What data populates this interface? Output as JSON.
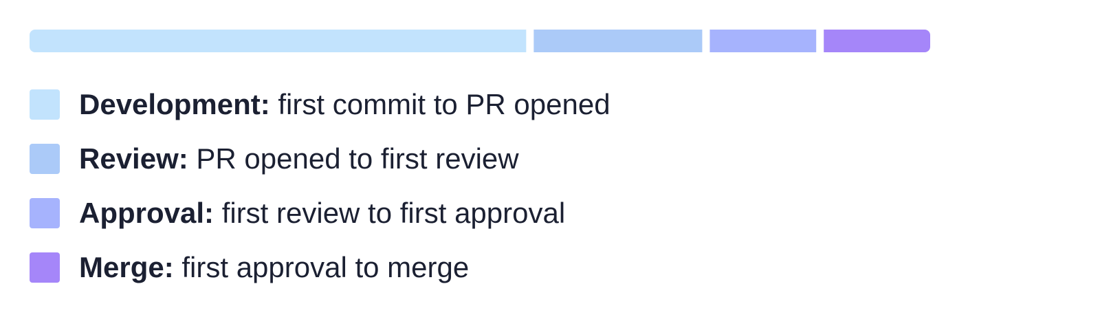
{
  "chart_data": {
    "type": "bar",
    "orientation": "horizontal-stacked",
    "grid": false,
    "legend_position": "bottom-left",
    "segments": [
      {
        "name": "Development",
        "value": 56,
        "color": "#c2e3fd",
        "description": "first commit to PR opened"
      },
      {
        "name": "Review",
        "value": 19,
        "color": "#abcaf8",
        "description": "PR opened to first review"
      },
      {
        "name": "Approval",
        "value": 12,
        "color": "#a6b3fd",
        "description": "first review to first approval"
      },
      {
        "name": "Merge",
        "value": 12,
        "color": "#a586f9",
        "description": "first approval to merge"
      }
    ]
  },
  "legend": {
    "items": [
      {
        "name": "Development:",
        "description": "first commit to PR opened",
        "color": "#c2e3fd"
      },
      {
        "name": "Review:",
        "description": "PR opened to first review",
        "color": "#abcaf8"
      },
      {
        "name": "Approval:",
        "description": "first review to first approval",
        "color": "#a6b3fd"
      },
      {
        "name": "Merge:",
        "description": "first approval to merge",
        "color": "#a586f9"
      }
    ]
  }
}
